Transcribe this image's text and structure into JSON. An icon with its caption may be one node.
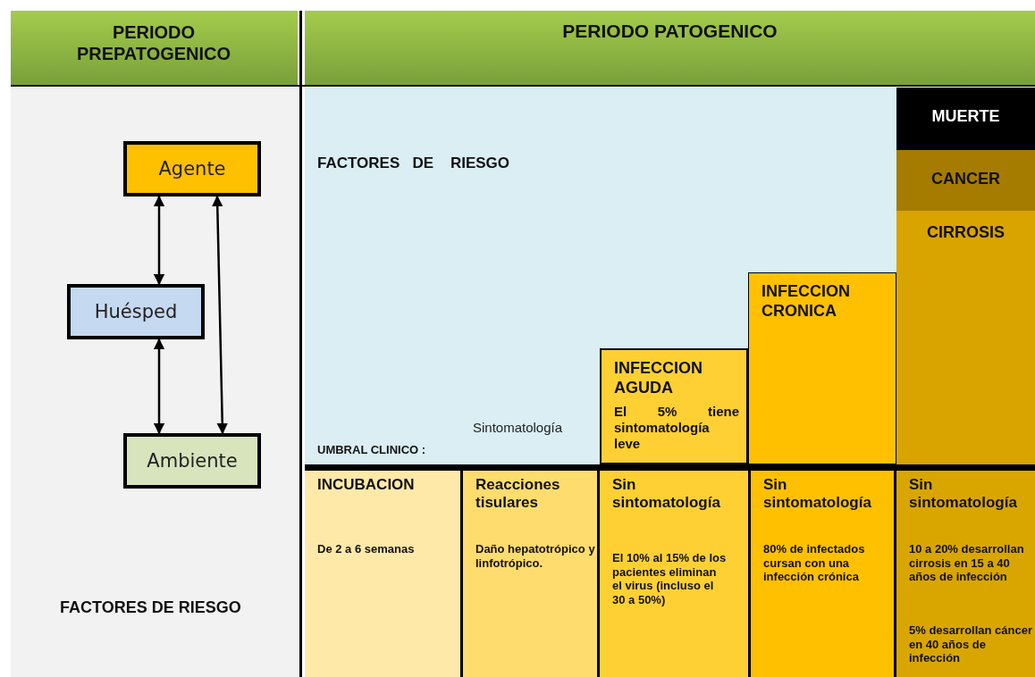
{
  "diagram": {
    "nodes": [
      {
        "text": [
          "PERIODO PREPATOGENICO"
        ]
      },
      {
        "text": [
          "PERIODO PATOGENICO"
        ]
      },
      {
        "text": [
          "FACTORES DE RIESGO"
        ]
      },
      {
        "text": [
          "Agente"
        ],
        "in": 2
      },
      {
        "text": [
          "Huésped"
        ],
        "in": 2
      },
      {
        "text": [
          "Ambiente"
        ],
        "in": 2
      },
      {
        "text": [
          "FACTORES   DE    RIESGO",
          "UMBRAL CLINICO :",
          "Sintomatología"
        ]
      },
      {
        "text": [
          "INFECCION AGUDA",
          "El 5% tiene sintomatología leve"
        ],
        "in": 6
      },
      {
        "text": [
          "INFECCION CRONICA"
        ],
        "in": 6
      },
      {
        "text": [
          "MUERTE"
        ]
      },
      {
        "text": [
          "CANCER"
        ]
      },
      {
        "text": [
          "CIRROSIS"
        ]
      },
      {
        "text": [
          "INCUBACION",
          "De 2 a 6 semanas"
        ]
      },
      {
        "text": [
          "Reacciones tisulares",
          "Daño hepatotrópico y linfotrópico."
        ]
      },
      {
        "text": [
          "Sin sintomatología",
          "El 10% al 15% de los pacientes eliminan el virus (incluso el 30 a 50%)"
        ]
      },
      {
        "text": [
          "Sin sintomatología",
          "80% de infectados cursan con una infección crónica"
        ]
      },
      {
        "text": [
          "Sin sintomatología",
          "10 a 20% desarrollan cirrosis en 15 a 40 años de infección",
          "5% desarrollan cáncer en 40 años de infección"
        ]
      }
    ],
    "edges": [
      {
        "from": 3,
        "to": 4,
        "arrow": "both"
      },
      {
        "from": 4,
        "to": 5,
        "arrow": "both"
      },
      {
        "from": 3,
        "to": 5,
        "arrow": "both"
      }
    ]
  }
}
